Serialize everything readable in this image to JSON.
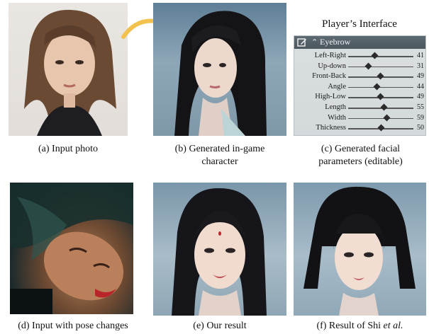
{
  "panels": {
    "a": {
      "caption": "(a) Input photo"
    },
    "b": {
      "caption_line1": "(b) Generated in-game",
      "caption_line2": "character"
    },
    "c": {
      "caption_line1": "(c) Generated facial",
      "caption_line2": "parameters (editable)"
    },
    "d": {
      "caption": "(d) Input with pose changes"
    },
    "e": {
      "caption": "(e) Our result"
    },
    "f": {
      "caption_prefix": "(f) Result of Shi ",
      "caption_italic": "et al."
    }
  },
  "interface": {
    "title": "Player’s Interface",
    "header_label": "Eyebrow",
    "header_icon": "edit-icon",
    "rows": [
      {
        "name": "Left-Right",
        "value": 41
      },
      {
        "name": "Up-down",
        "value": 31
      },
      {
        "name": "Front-Back",
        "value": 49
      },
      {
        "name": "Angle",
        "value": 44
      },
      {
        "name": "High-Low",
        "value": 49
      },
      {
        "name": "Length",
        "value": 55
      },
      {
        "name": "Width",
        "value": 59
      },
      {
        "name": "Thickness",
        "value": 50
      }
    ]
  },
  "colors": {
    "arrow": "#f2c14e",
    "ui_header": "#4f5b62",
    "ui_panel": "#d7dcde"
  }
}
